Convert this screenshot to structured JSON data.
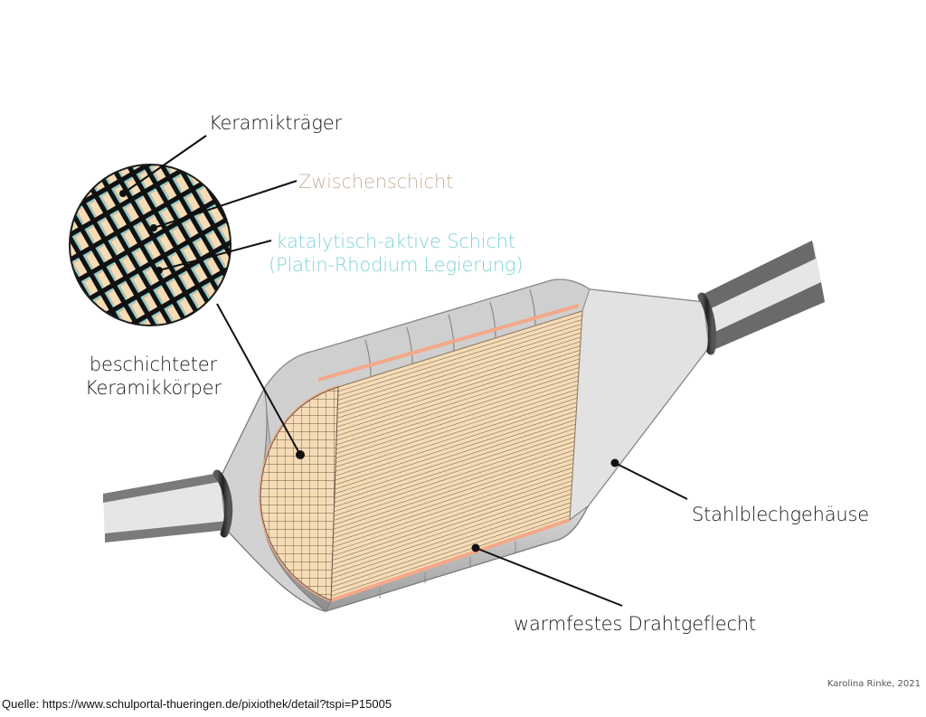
{
  "labels": {
    "keramiktraeger": "Keramikträger",
    "zwischenschicht": "Zwischenschicht",
    "katalytisch_line1": "katalytisch-aktive Schicht",
    "katalytisch_line2": "(Platin-Rhodium Legierung)",
    "beschichtet_line1": "beschichteter",
    "beschichtet_line2": "Keramikkörper",
    "stahlblech": "Stahlblechgehäuse",
    "drahtgeflecht": "warmfestes Drahtgeflecht"
  },
  "credit": "Karolina Rinke, 2021",
  "source": "Quelle: https://www.schulportal-thueringen.de/pixiothek/detail?tspi=P15005",
  "colors": {
    "ceramic": "#f6dcb6",
    "intermediate_layer": "#c6b39a",
    "catalytic_layer": "#7fd3d8",
    "wire_mesh": "#f3a889",
    "steel_housing": "#c9c9c9",
    "pipe_interior": "#e8e8e8",
    "pipe_wall": "#6a6a6a"
  }
}
